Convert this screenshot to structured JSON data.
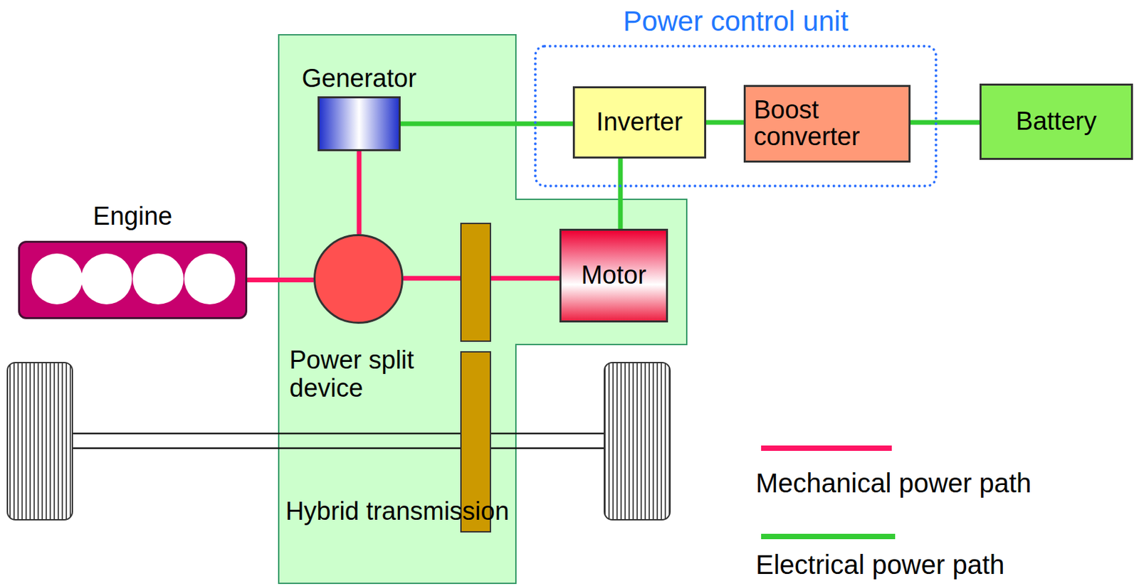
{
  "diagram": {
    "nodes": [
      {
        "text": [
          "Power control unit"
        ]
      },
      {
        "text": [
          "Inverter"
        ],
        "in": 0
      },
      {
        "text": [
          "Boost converter"
        ],
        "in": 0
      },
      {
        "text": [
          "Battery"
        ]
      },
      {
        "text": [
          "Hybrid transmission"
        ]
      },
      {
        "text": [
          "Generator"
        ],
        "in": 4
      },
      {
        "text": [
          "Engine"
        ]
      },
      {
        "text": [
          "Power split device"
        ],
        "in": 4
      },
      {
        "text": [
          "Motor"
        ],
        "in": 4
      }
    ],
    "edges": [
      {
        "from": 5,
        "to": 1,
        "arrow": "none"
      },
      {
        "from": 1,
        "to": 2,
        "arrow": "none"
      },
      {
        "from": 2,
        "to": 3,
        "arrow": "none"
      },
      {
        "from": 1,
        "to": 8,
        "arrow": "none"
      },
      {
        "from": 5,
        "to": 7,
        "arrow": "none"
      },
      {
        "from": 6,
        "to": 7,
        "arrow": "none"
      },
      {
        "from": 7,
        "to": 8,
        "arrow": "none"
      }
    ],
    "legend": [
      {
        "text": "Mechanical power path"
      },
      {
        "text": "Electrical power path"
      }
    ]
  }
}
